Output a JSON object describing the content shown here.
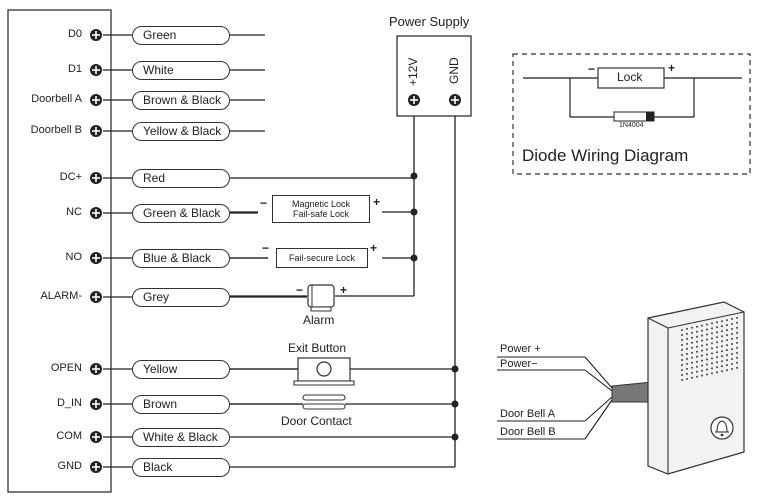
{
  "terminals": [
    {
      "label": "D0",
      "wire": "Green"
    },
    {
      "label": "D1",
      "wire": "White"
    },
    {
      "label": "Doorbell A",
      "wire": "Brown & Black"
    },
    {
      "label": "Doorbell B",
      "wire": "Yellow & Black"
    },
    {
      "label": "DC+",
      "wire": "Red"
    },
    {
      "label": "NC",
      "wire": "Green & Black"
    },
    {
      "label": "NO",
      "wire": "Blue & Black"
    },
    {
      "label": "ALARM-",
      "wire": "Grey"
    },
    {
      "label": "OPEN",
      "wire": "Yellow"
    },
    {
      "label": "D_IN",
      "wire": "Brown"
    },
    {
      "label": "COM",
      "wire": "White & Black"
    },
    {
      "label": "GND",
      "wire": "Black"
    }
  ],
  "power_supply": {
    "title": "Power Supply",
    "pos_label": "+12V",
    "neg_label": "GND"
  },
  "diode_diagram": {
    "title": "Diode Wiring Diagram",
    "lock_label": "Lock",
    "diode_label": "1N4004",
    "minus": "−",
    "plus": "+"
  },
  "magnetic_lock": {
    "line1": "Magnetic Lock",
    "line2": "Fail-safe Lock",
    "minus": "−",
    "plus": "+"
  },
  "failsecure_lock": {
    "label": "Fail-secure Lock",
    "minus": "−",
    "plus": "+"
  },
  "alarm": {
    "label": "Alarm",
    "minus": "−",
    "plus": "+"
  },
  "exit_button": {
    "label": "Exit Button"
  },
  "door_contact": {
    "label": "Door Contact"
  },
  "doorbell_wires": [
    "Power +",
    "Power−",
    "Door Bell  A",
    "Door Bell  B"
  ],
  "colors": {
    "line": "#222222",
    "stroke": "#333333",
    "bell_body": "#f2f2f2"
  },
  "icons": {
    "terminal": "screw-terminal-icon",
    "bell": "bell-icon"
  }
}
